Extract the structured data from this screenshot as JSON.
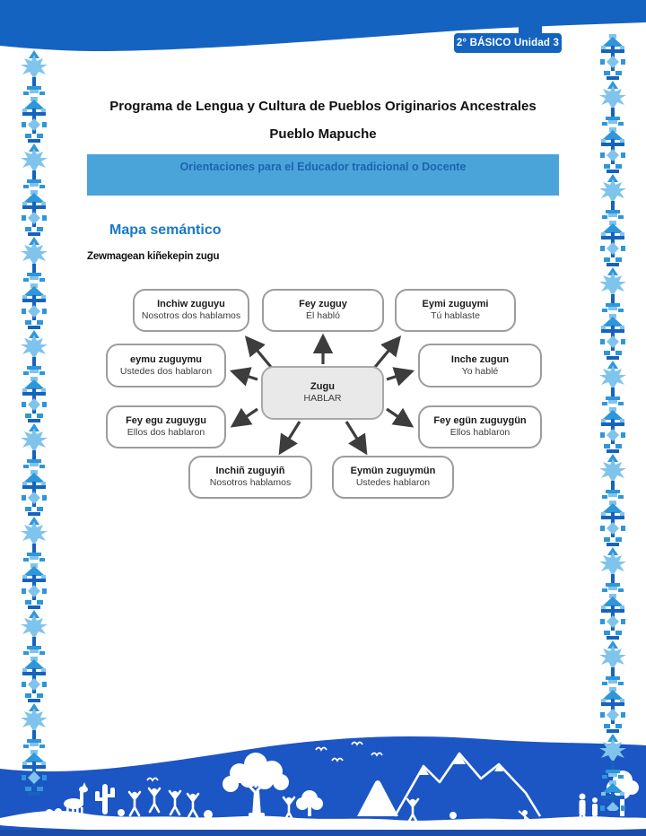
{
  "page": {
    "unit_badge": "2° BÁSICO Unidad 3",
    "title_line1": "Programa de Lengua y Cultura de Pueblos Originarios Ancestrales",
    "title_line2": "Pueblo Mapuche",
    "banner_text": "Orientaciones para el Educador tradicional o Docente",
    "section_heading": "Mapa semántico",
    "activity_prompt": "Zewmagean kiñekepin zugu"
  },
  "diagram": {
    "center": {
      "mapuche": "Zugu",
      "spanish": "HABLAR"
    },
    "nodes": [
      {
        "mapuche": "Inchiw zuguyu",
        "spanish": "Nosotros dos hablamos"
      },
      {
        "mapuche": "Fey zuguy",
        "spanish": "Él habló"
      },
      {
        "mapuche": "Eymi zuguymi",
        "spanish": "Tú hablaste"
      },
      {
        "mapuche": "eymu zuguymu",
        "spanish": "Ustedes dos hablaron"
      },
      {
        "mapuche": "Inche zugun",
        "spanish": "Yo hablé"
      },
      {
        "mapuche": "Fey egu zuguygu",
        "spanish": "Ellos dos hablaron"
      },
      {
        "mapuche": "Fey egün zuguygün",
        "spanish": "Ellos hablaron"
      },
      {
        "mapuche": "Inchiñ zuguyiñ",
        "spanish": "Nosotros hablamos"
      },
      {
        "mapuche": "Eymün zuguymün",
        "spanish": "Ustedes hablaron"
      }
    ]
  },
  "colors": {
    "header_blue": "#1563c0",
    "footer_blue": "#1c55c4",
    "banner_background": "#4aa4da",
    "banner_text_blue": "#1d64ad",
    "heading_blue": "#1878c8",
    "node_border_gray": "#9c9c9c",
    "center_node_fill": "#e9e9e9",
    "arrow_gray": "#3d3d3d",
    "motif_light_blue": "#7fc4ec",
    "motif_mid_blue": "#2e96da",
    "motif_dark_blue": "#1563bd"
  }
}
